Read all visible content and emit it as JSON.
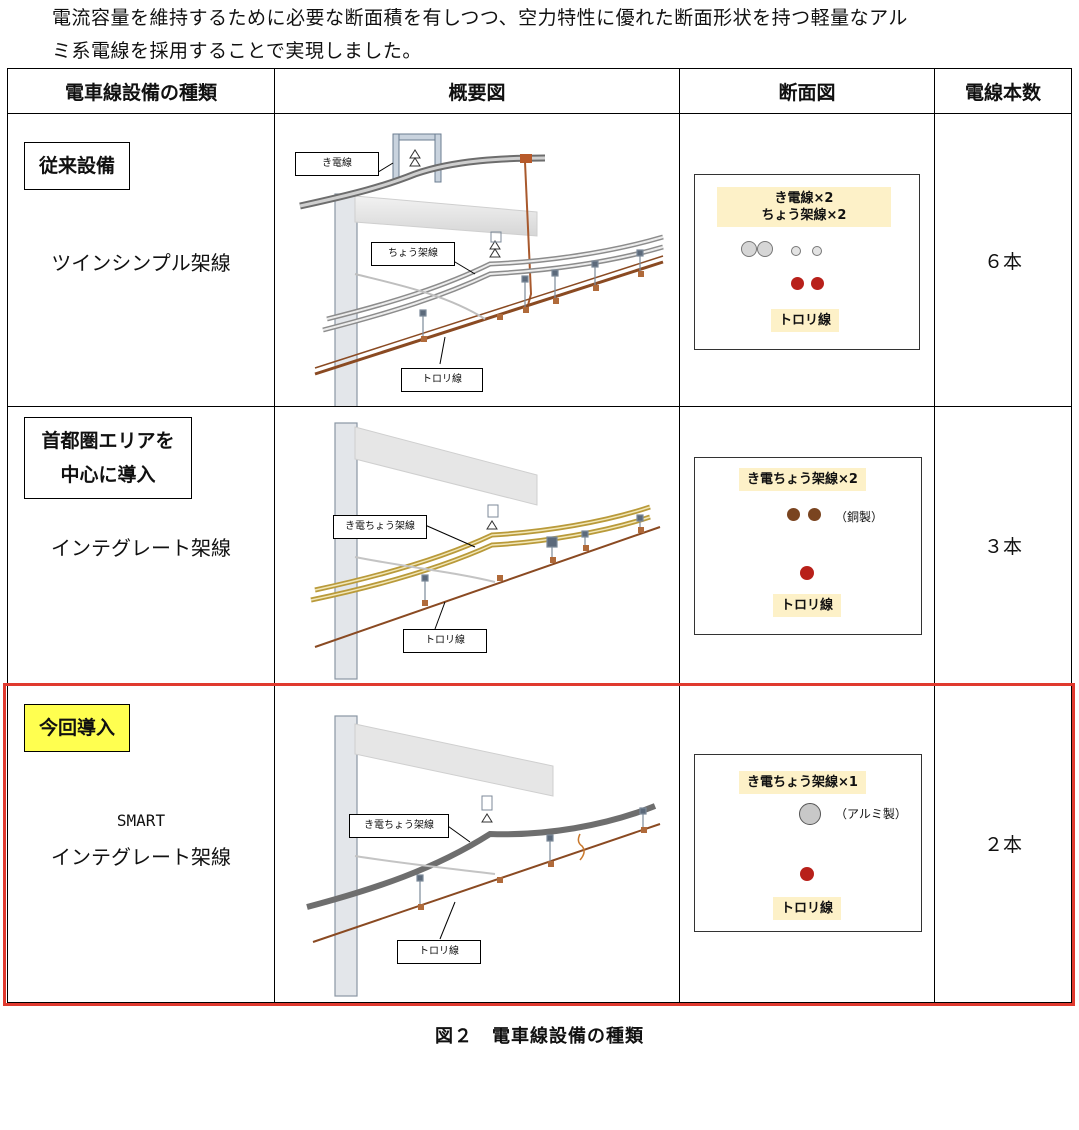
{
  "intro": {
    "line1": "電流容量を維持するために必要な断面積を有しつつ、空力特性に優れた断面形状を持つ軽量なアル",
    "line2": "ミ系電線を採用することで実現しました。"
  },
  "table": {
    "headers": [
      "電車線設備の種類",
      "概要図",
      "断面図",
      "電線本数"
    ],
    "rows": [
      {
        "tag": "従来設備",
        "name_line1": "ツインシンプル架線",
        "diagram_labels": {
          "feeder": "き電線",
          "messenger": "ちょう架線",
          "trolley": "トロリ線"
        },
        "section": {
          "hl1": "き電線×2",
          "hl2": "ちょう架線×2",
          "trolley": "トロリ線"
        },
        "count": "６本"
      },
      {
        "tag_line1": "首都圏エリアを",
        "tag_line2": "中心に導入",
        "name_line1": "インテグレート架線",
        "diagram_labels": {
          "feeder": "き電ちょう架線",
          "trolley": "トロリ線"
        },
        "section": {
          "hl1": "き電ちょう架線×2",
          "note": "（銅製）",
          "trolley": "トロリ線"
        },
        "count": "３本"
      },
      {
        "tag": "今回導入",
        "name_line0": "SMART",
        "name_line1": "インテグレート架線",
        "diagram_labels": {
          "feeder": "き電ちょう架線",
          "trolley": "トロリ線"
        },
        "section": {
          "hl1": "き電ちょう架線×1",
          "note": "（アルミ製）",
          "trolley": "トロリ線"
        },
        "count": "２本"
      }
    ]
  },
  "caption": "図２　電車線設備の種類",
  "colors": {
    "highlight_border": "#e03a2f",
    "tag_yellow": "#ffff50",
    "wire_copper": "#8a4a22",
    "wire_gold": "#b99a3a",
    "wire_alu": "#6e6e6e",
    "trolley_red": "#b8201a"
  }
}
